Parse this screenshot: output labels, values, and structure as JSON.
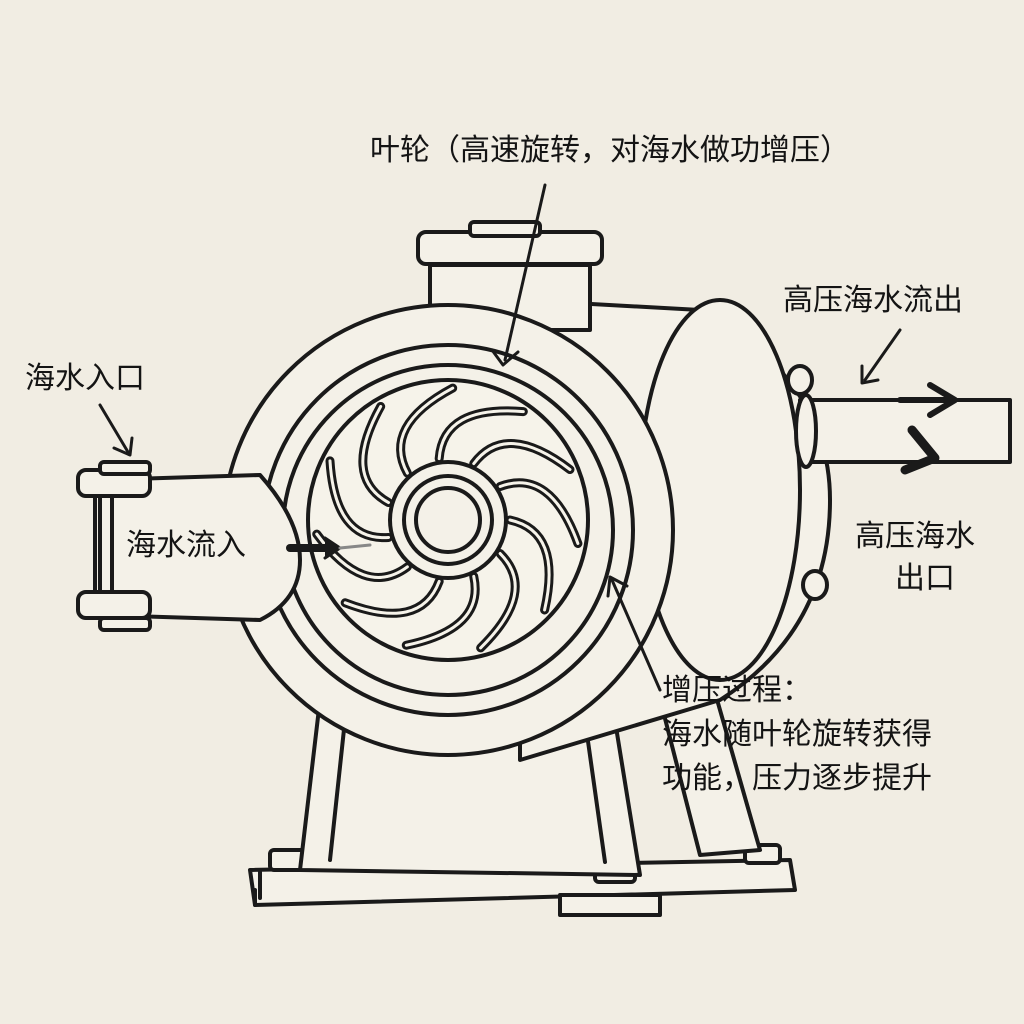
{
  "labels": {
    "impeller": "叶轮（高速旋转，对海水做功增压）",
    "outflow": "高压海水流出",
    "inlet": "海水入口",
    "inflow": "海水流入",
    "outlet_line1": "高压海水",
    "outlet_line2": "出口",
    "process_title": "增压过程：",
    "process_line1": "海水随叶轮旋转获得",
    "process_line2": "功能，压力逐步提升"
  },
  "colors": {
    "background": "#f1ede3",
    "line": "#1a1a1a",
    "fill": "#f4f1e8"
  }
}
